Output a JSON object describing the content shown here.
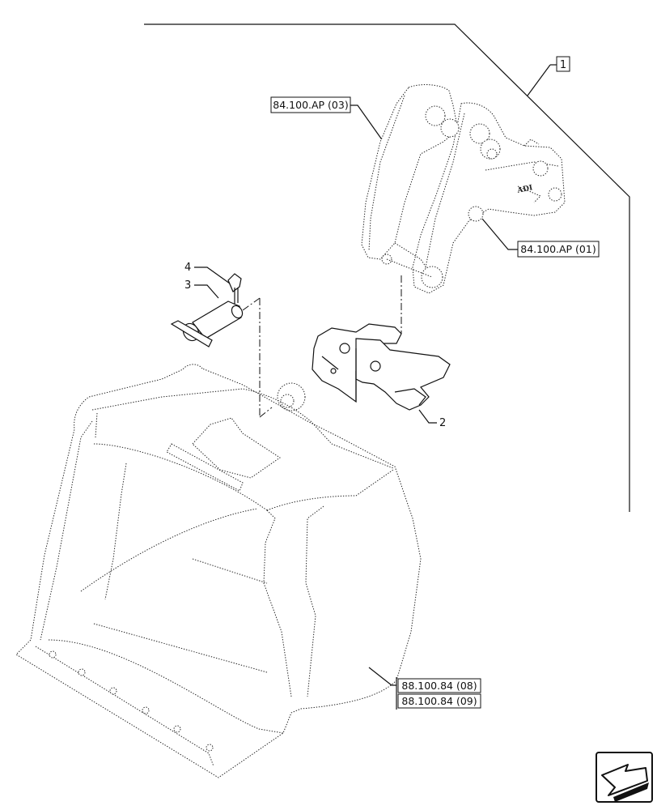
{
  "callouts": {
    "assembly_number": "1",
    "ref_upper_frame": "84.100.AP (03)",
    "ref_coupler": "84.100.AP (01)",
    "ref_bucket_1": "88.100.84 (08)",
    "ref_bucket_2": "88.100.84 (09)"
  },
  "items": {
    "hook_plate": "2",
    "pin": "3",
    "lynch_pin": "4"
  },
  "coupler_logo": "ADI",
  "icons": {
    "nav": "previous-page-arrow-icon"
  }
}
